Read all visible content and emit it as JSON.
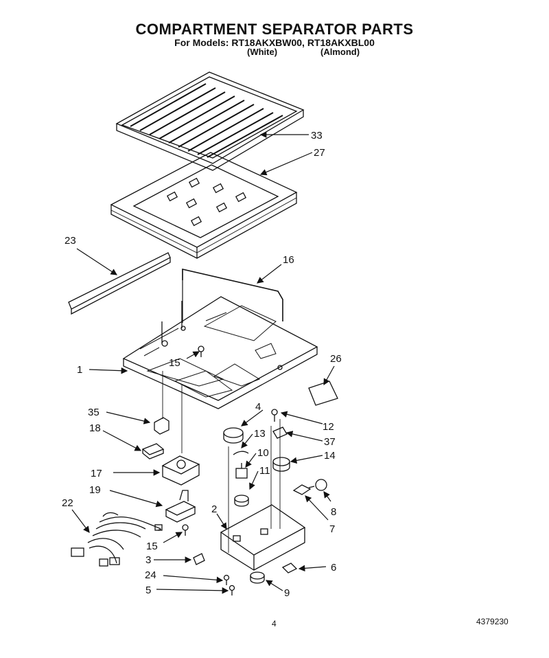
{
  "title": "COMPARTMENT SEPARATOR PARTS",
  "models_line": "For Models: RT18AKXBW00, RT18AKXBL00",
  "color_white": "(White)",
  "color_almond": "(Almond)",
  "page_number": "4",
  "document_number": "4379230",
  "callouts": {
    "p33": "33",
    "p27": "27",
    "p23": "23",
    "p16": "16",
    "p1": "1",
    "p15a": "15",
    "p26": "26",
    "p35": "35",
    "p4": "4",
    "p12": "12",
    "p18": "18",
    "p13": "13",
    "p37": "37",
    "p10": "10",
    "p14": "14",
    "p17": "17",
    "p11": "11",
    "p19": "19",
    "p22": "22",
    "p2": "2",
    "p8": "8",
    "p7": "7",
    "p15b": "15",
    "p3": "3",
    "p6": "6",
    "p24": "24",
    "p5": "5",
    "p9": "9"
  }
}
